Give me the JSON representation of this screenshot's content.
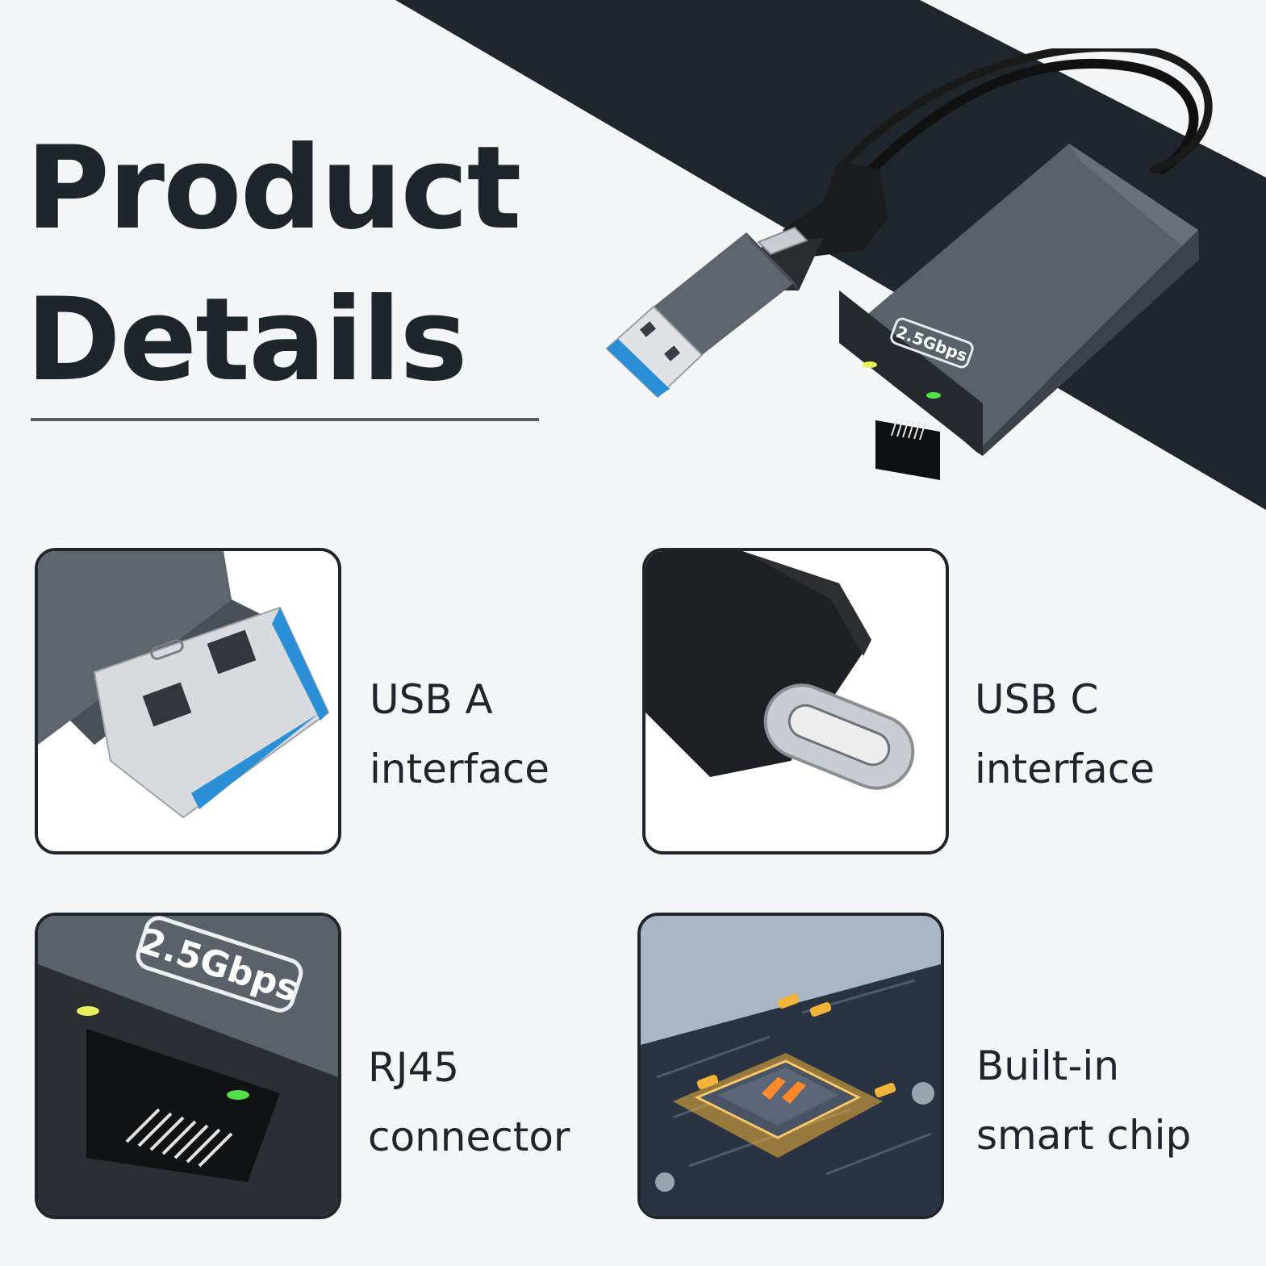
{
  "heading": {
    "line1": "Product",
    "line2": "Details"
  },
  "product": {
    "badge": "2.5Gbps"
  },
  "features": [
    {
      "line1": "USB A",
      "line2": "interface",
      "icon": "usb-a-connector-photo"
    },
    {
      "line1": "USB C",
      "line2": "interface",
      "icon": "usb-c-connector-photo"
    },
    {
      "line1": "RJ45",
      "line2": "connector",
      "icon": "rj45-port-photo"
    },
    {
      "line1": "Built-in",
      "line2": "smart chip",
      "icon": "smart-chip-photo"
    }
  ],
  "colors": {
    "background": "#f4f5f7",
    "dark_band": "#21262d",
    "housing": "#5f656d",
    "usb3_blue": "#2a8fd6",
    "led_yellow": "#e8ef5a",
    "led_green": "#52e04a",
    "chip_gold": "#f2b33a"
  }
}
